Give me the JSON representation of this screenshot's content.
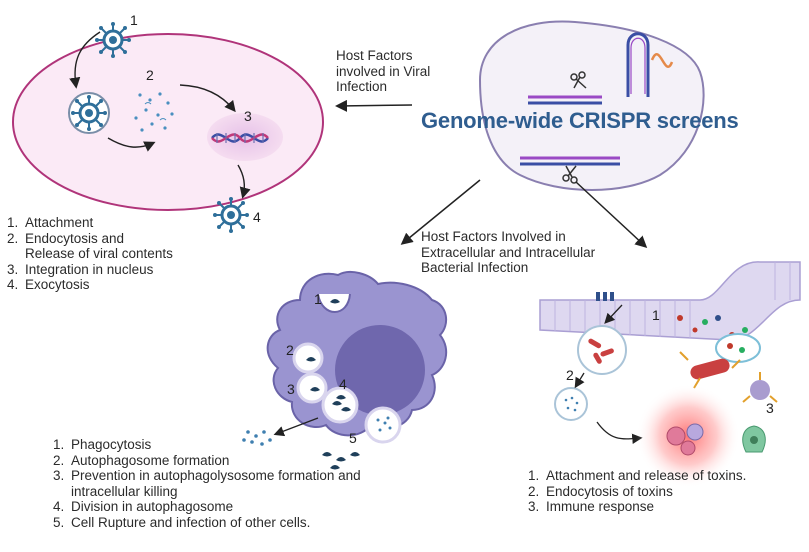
{
  "title": "Genome-wide CRISPR screens",
  "viral_label": [
    "Host Factors",
    "involved in Viral",
    "Infection"
  ],
  "bacterial_label": [
    "Host Factors Involved in",
    "Extracellular and Intracellular",
    "Bacterial Infection"
  ],
  "viral_steps": [
    "Attachment",
    "Endocytosis and\nRelease of viral contents",
    "Integration in nucleus",
    "Exocytosis"
  ],
  "phagocyte_steps": [
    "Phagocytosis",
    "Autophagosome formation",
    "Prevention in autophagolysosome formation and\nintracellular killing",
    "Division in autophagosome",
    "Cell Rupture and infection of other cells."
  ],
  "extracellular_steps": [
    "Attachment and release of toxins.",
    "Endocytosis of toxins",
    "Immune response"
  ],
  "markers": {
    "viral": [
      "1",
      "2",
      "3",
      "4"
    ],
    "phagocyte": [
      "1",
      "2",
      "3",
      "4",
      "5"
    ],
    "tissue": [
      "1",
      "2",
      "3"
    ]
  },
  "colors": {
    "title": "#2f5d8f",
    "cell_border": "#b0347a",
    "cell_fill": "#fbeaf6",
    "virus": "#2f6f9a",
    "macrophage": "#8d87c9",
    "nucleus": "#6f67ad",
    "toxin_glow": "#ff6b6b"
  }
}
